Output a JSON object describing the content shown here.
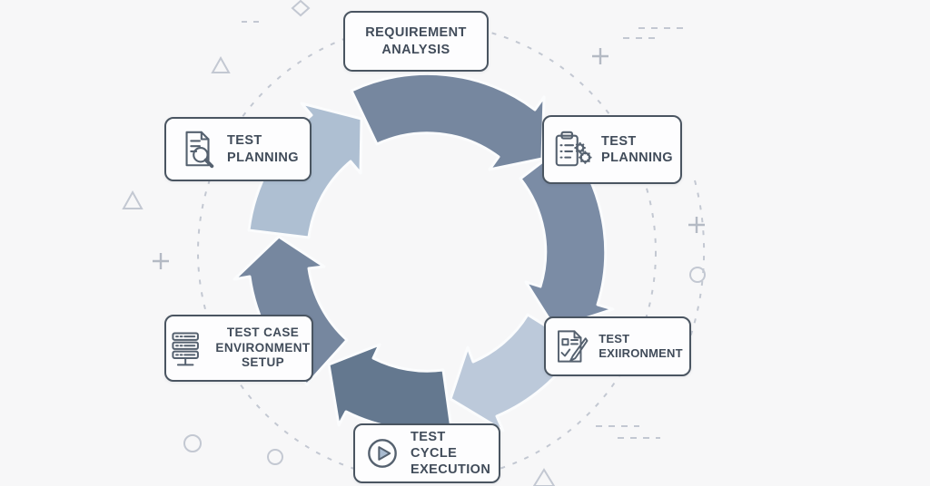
{
  "diagram_type": "circular-process-cycle",
  "topic": "software testing life cycle",
  "background_color": "#f7f7f8",
  "colors": {
    "bg": "#f7f7f8",
    "box_border": "#4a5561",
    "box_text": "#414c5a",
    "icon_stroke": "#55616f",
    "ring_dark": "#76879f",
    "ring_medium": "#7b8ca5",
    "ring_darkest": "#64788f",
    "ring_light": "#bcc9da",
    "ring_light2": "#aebfd2",
    "ring_outline": "#fbfcfd",
    "play_fill": "#a9bbd0",
    "decor": "#c3c8d2",
    "decor_plus": "#b4bac4"
  },
  "stages": [
    {
      "name": "requirement-analysis",
      "lines": [
        "REQUIREMENT",
        "ANALYSIS"
      ],
      "icon": "none"
    },
    {
      "name": "test-planning-right",
      "lines": [
        "TEST",
        "PLANNING"
      ],
      "icon": "clipboard-gears-icon"
    },
    {
      "name": "test-environment",
      "lines": [
        "TEST",
        "EXIIRONMENT"
      ],
      "icon": "document-pencil-icon"
    },
    {
      "name": "test-cycle-execution",
      "lines": [
        "TEST CYCLE",
        "EXECUTION"
      ],
      "icon": "play-circle-icon"
    },
    {
      "name": "test-case-environment-setup",
      "lines": [
        "TEST CASE",
        "ENVIRONMENT",
        "SETUP"
      ],
      "icon": "server-stack-icon"
    },
    {
      "name": "test-planning-left",
      "lines": [
        "TEST",
        "PLANNING"
      ],
      "icon": "document-magnifier-icon"
    }
  ],
  "cycle_direction": "clockwise",
  "arrow_segment_count": 6
}
